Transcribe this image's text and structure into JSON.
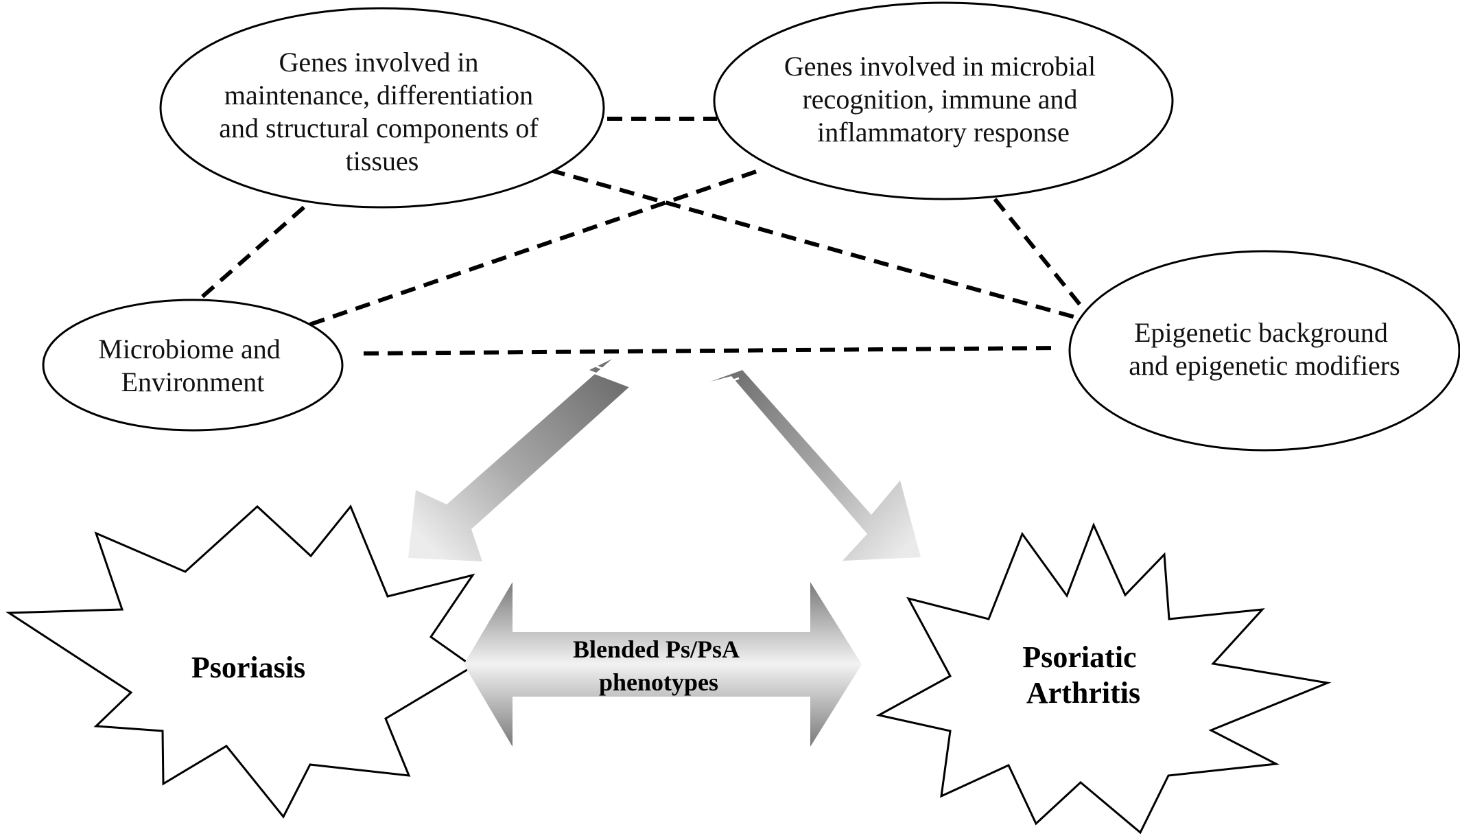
{
  "nodes": {
    "genes_tissue": {
      "lines": [
        "Genes involved in",
        "maintenance, differentiation",
        "and structural components of",
        "tissues"
      ]
    },
    "genes_immune": {
      "lines": [
        "Genes involved in microbial",
        "recognition, immune and",
        "inflammatory response"
      ]
    },
    "microbiome": {
      "lines": [
        "Microbiome and",
        "Environment"
      ]
    },
    "epigenetic": {
      "lines": [
        "Epigenetic background",
        "and epigenetic modifiers"
      ]
    }
  },
  "outcomes": {
    "psoriasis": {
      "lines": [
        "Psoriasis"
      ]
    },
    "psoriatic_arthritis": {
      "lines": [
        "Psoriatic",
        "Arthritis"
      ]
    }
  },
  "blend": {
    "lines": [
      "Blended Ps/PsA",
      "phenotypes"
    ]
  },
  "colors": {
    "line": "#000000",
    "arrow_dark": "#6a6a6a",
    "arrow_light": "#eeeeee"
  }
}
